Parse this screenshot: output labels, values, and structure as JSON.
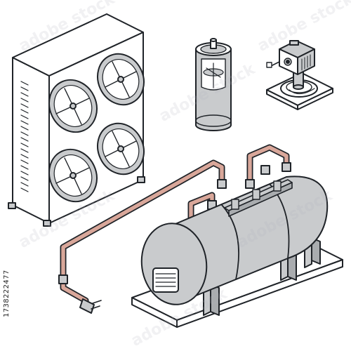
{
  "image_id_text": "1738222477",
  "watermark_tiles": [
    "adobe stock",
    "adobe stock",
    "adobe stock",
    "adobe stock",
    "adobe stock",
    "adobe stock"
  ],
  "colors": {
    "outline": "#1f2328",
    "body_fill": "#c9cbcd",
    "body_dark": "#a9acaf",
    "white_panel": "#ffffff",
    "pipe": "#d9a79a",
    "pipe_dark": "#b98577",
    "base": "#eeeeee"
  },
  "objects": [
    {
      "name": "outdoor-ac-unit",
      "fan_count": 4
    },
    {
      "name": "filter-drier",
      "type": "cylinder"
    },
    {
      "name": "pump-motor",
      "type": "mounted-block"
    },
    {
      "name": "horizontal-tank",
      "type": "receiver-tank"
    }
  ]
}
